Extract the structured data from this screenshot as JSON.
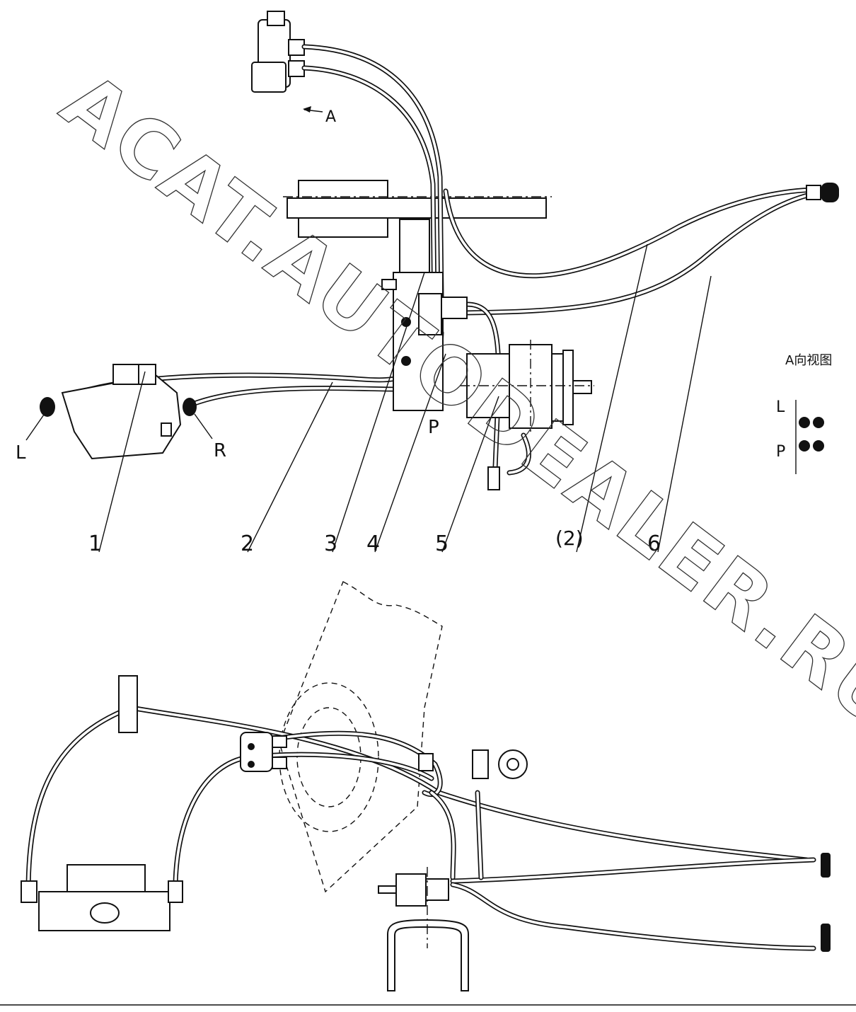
{
  "view_arrow_label": "A",
  "port_labels": {
    "left": "L",
    "right": "R",
    "pressure": "P"
  },
  "callouts": [
    {
      "number": "1"
    },
    {
      "number": "2"
    },
    {
      "number": "3"
    },
    {
      "number": "4"
    },
    {
      "number": "5"
    },
    {
      "number": "(2)"
    },
    {
      "number": "6"
    }
  ],
  "view_a_detail": {
    "title": "A向视图",
    "row_labels": [
      "L",
      "P"
    ]
  },
  "watermark": "ACAT.AUTODEALER.RU"
}
